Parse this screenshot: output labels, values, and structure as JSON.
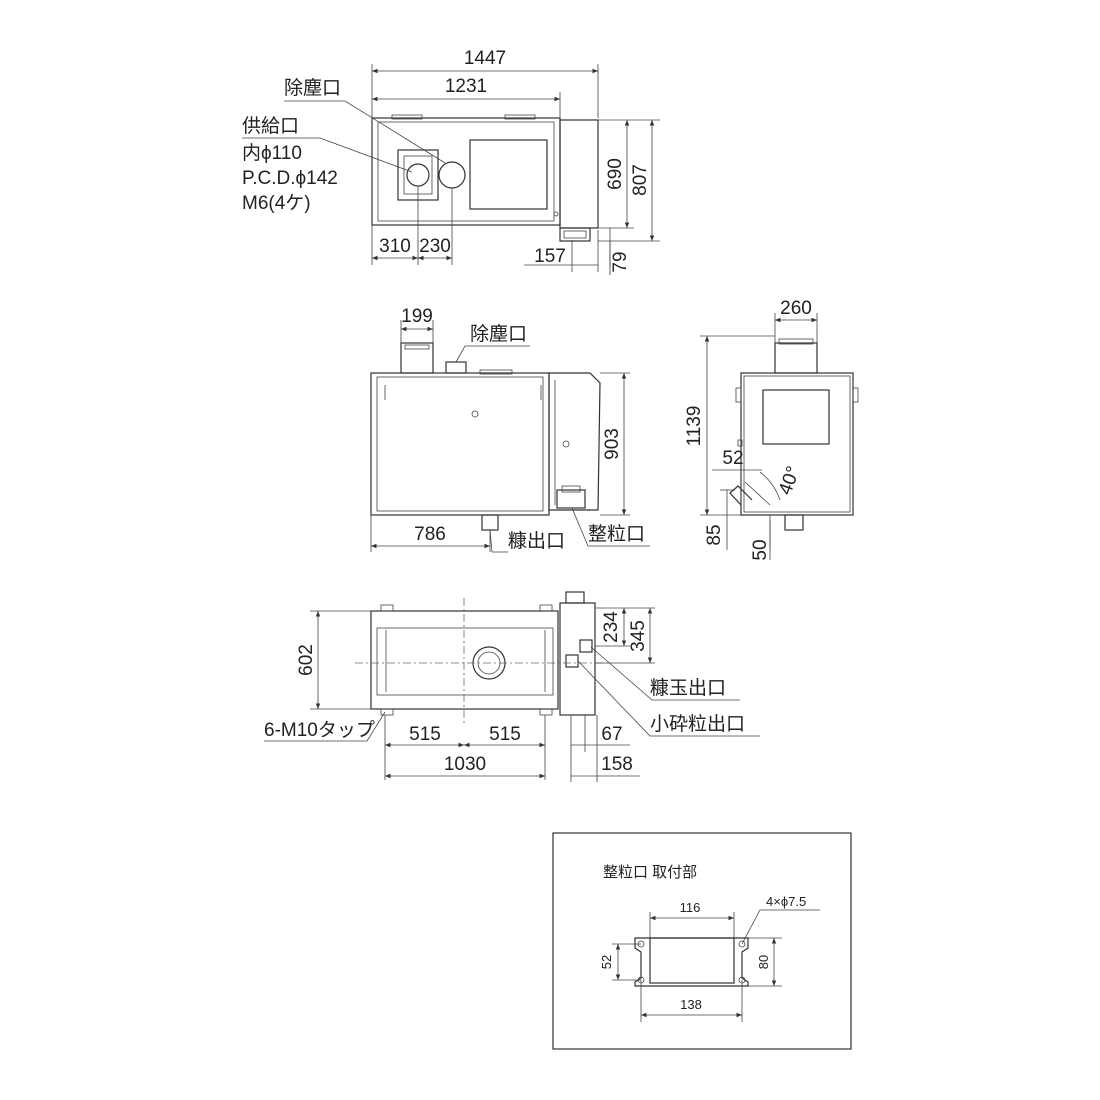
{
  "top_view": {
    "dims": [
      "1447",
      "1231",
      "690",
      "807",
      "310",
      "230",
      "157",
      "79"
    ],
    "callouts": {
      "dust": "除塵口",
      "supply_lines": [
        "供給口",
        "内ϕ110",
        "P.C.D.ϕ142",
        "M6(4ケ)"
      ]
    }
  },
  "side_view": {
    "dims": [
      "199",
      "903",
      "786"
    ],
    "callouts": {
      "dust": "除塵口",
      "bran_outlet": "糠出口",
      "sizing_port": "整粒口"
    }
  },
  "end_view": {
    "dims": [
      "260",
      "1139",
      "52",
      "40°",
      "85",
      "50"
    ]
  },
  "bottom_view": {
    "dims": [
      "602",
      "234",
      "345",
      "515",
      "515",
      "1030",
      "67",
      "158"
    ],
    "callouts": {
      "tap": "6-M10タップ",
      "bran_ball": "糠玉出口",
      "small_broken": "小砕粒出口"
    }
  },
  "detail": {
    "title": "整粒口 取付部",
    "dims": [
      "116",
      "52",
      "80",
      "138"
    ],
    "holes": "4×ϕ7.5"
  }
}
